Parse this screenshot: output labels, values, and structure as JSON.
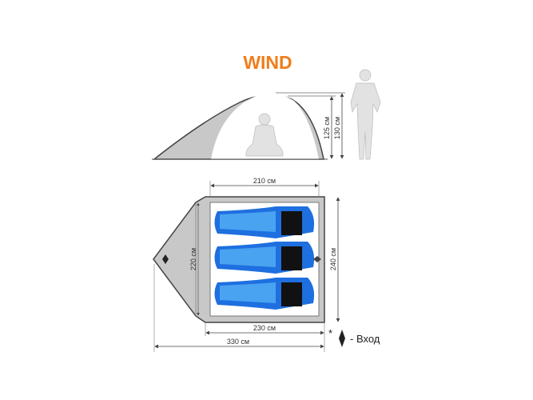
{
  "title": "WIND",
  "colors": {
    "title": "#f07d1a",
    "tent_fill": "#c8c8c8",
    "outline": "#444444",
    "bag": "#1e6fe0",
    "bag_light": "#4aa3f0",
    "silhouette": "#e2e2e2"
  },
  "side_view": {
    "height_inner": "125 см",
    "height_outer": "130 см"
  },
  "floor_plan": {
    "inner_length": "210 см",
    "inner_width": "220 см",
    "outer_width": "240 см",
    "outer_length": "230 см",
    "total_length": "330 см"
  },
  "legend": {
    "asterisk": "*",
    "entrance_label": "- Вход",
    "icon": "entrance-diamond-icon"
  }
}
